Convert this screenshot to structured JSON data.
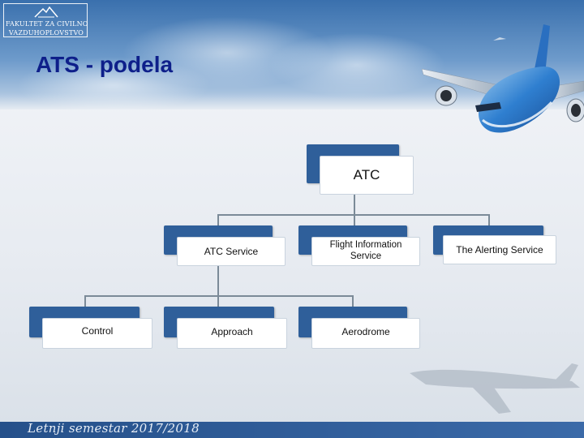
{
  "header": {
    "logo_line1": "FAKULTET ZA CIVILNO",
    "logo_line2": "VAZDUHOPLOVSTVO",
    "title": "ATS - podela"
  },
  "diagram": {
    "root": {
      "label": "ATC"
    },
    "level1": [
      {
        "label": "ATC Service"
      },
      {
        "label": "Flight Information Service"
      },
      {
        "label": "The Alerting Service"
      }
    ],
    "level2": [
      {
        "label": "Control"
      },
      {
        "label": "Approach"
      },
      {
        "label": "Aerodrome"
      }
    ]
  },
  "footer": {
    "text": "Letnji semestar 2017/2018"
  },
  "colors": {
    "title": "#0e1f8a",
    "node_back": "#2f5f9a",
    "node_front": "#ffffff",
    "connector": "#7b8a98",
    "header_blue": "#3a70ad",
    "footer_bar": "#25508a"
  }
}
